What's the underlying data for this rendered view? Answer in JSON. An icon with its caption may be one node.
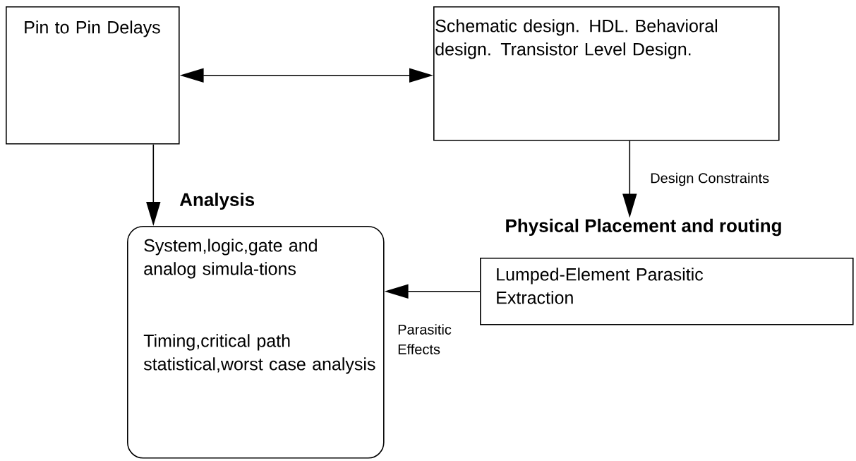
{
  "diagram": {
    "nodes": [
      {
        "text": [
          "Pin to Pin Delays"
        ]
      },
      {
        "text": [
          "Schematic design. HDL. Behavioral design. Transistor Level Design."
        ]
      },
      {
        "text": [
          "Analysis",
          "System,logic,gate and analog simula-tions",
          "Timing,critical path statistical,worst case analysis"
        ]
      },
      {
        "text": [
          "Physical Placement and routing",
          "Lumped-Element Parasitic Extraction"
        ]
      }
    ],
    "edges": [
      {
        "from": 0,
        "to": 1,
        "arrow": "both"
      },
      {
        "from": 0,
        "to": 2,
        "arrow": "to"
      },
      {
        "from": 1,
        "to": 3,
        "arrow": "to",
        "label": "Design Constraints"
      },
      {
        "from": 3,
        "to": 2,
        "arrow": "to",
        "label": "Parasitic Effects"
      }
    ]
  }
}
